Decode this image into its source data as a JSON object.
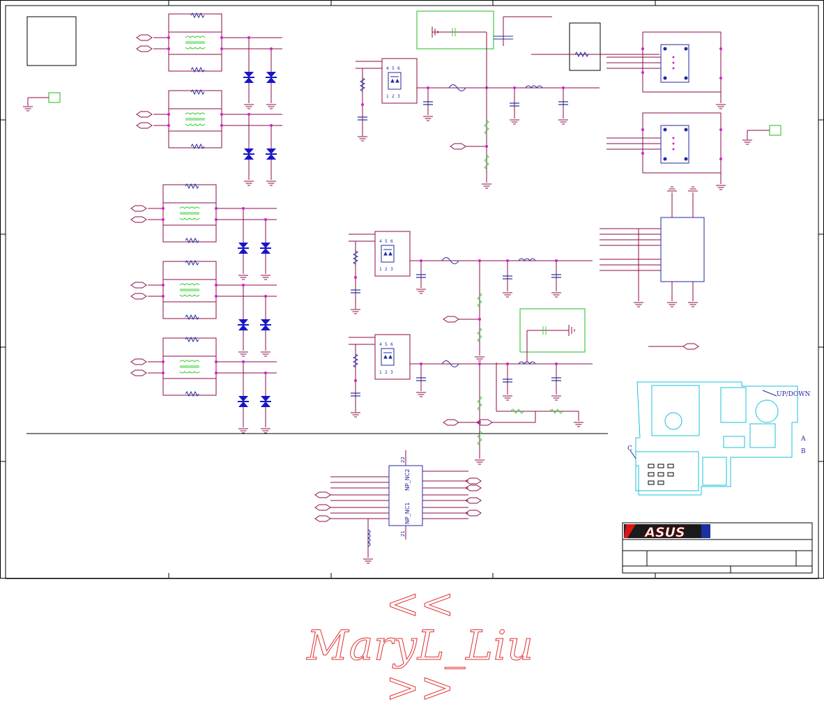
{
  "labels": {
    "up_down": "UP/DOWN",
    "marker_a": "A",
    "marker_b": "B",
    "marker_c": "C",
    "np_nc2": "NP_NC2",
    "np_nc1": "NP_NC1",
    "pin_22": "22",
    "pin_21": "21",
    "pin_1": "1",
    "pin_2": "2",
    "pin_3": "3",
    "pin_4": "4",
    "pin_5": "5",
    "pin_6": "6"
  },
  "title_block": {
    "logo_text": "ASUS"
  },
  "signature": "<< MaryL_Liu >>",
  "colors": {
    "wire": "#8b0a4a",
    "part": "#1f2a9e",
    "diode": "#1616c8",
    "transformer": "#3bd03b",
    "highlight_box": "#1fb81f",
    "pcb": "#18c0d8",
    "node": "#d020d0",
    "frame": "#000000"
  }
}
